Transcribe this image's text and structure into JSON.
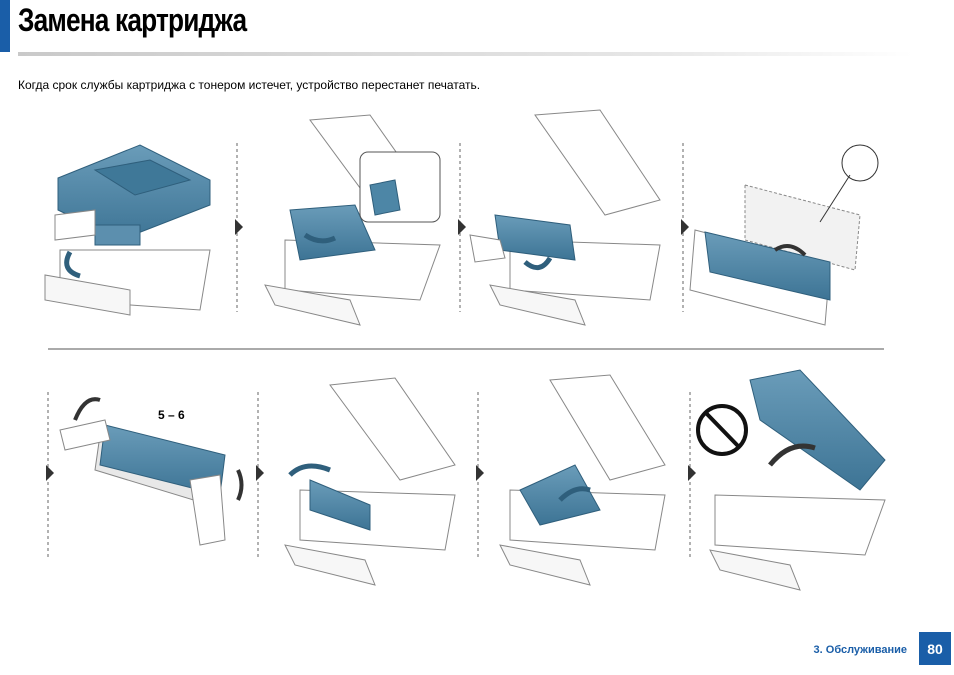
{
  "page": {
    "title": "Замена картриджа",
    "intro": "Когда срок службы картриджа с тонером истечет, устройство перестанет печатать.",
    "step_label": "5 – 6",
    "footer_section": "3. Обслуживание",
    "page_number": "80"
  },
  "colors": {
    "accent": "#1a5ea8",
    "device_blue": "#4d86a6",
    "device_blue_dark": "#2f5f7c",
    "outline": "#777777"
  },
  "icons": [
    "arrow-right-icon",
    "recycle-icon",
    "no-touch-icon",
    "rotate-arrow-icon"
  ]
}
